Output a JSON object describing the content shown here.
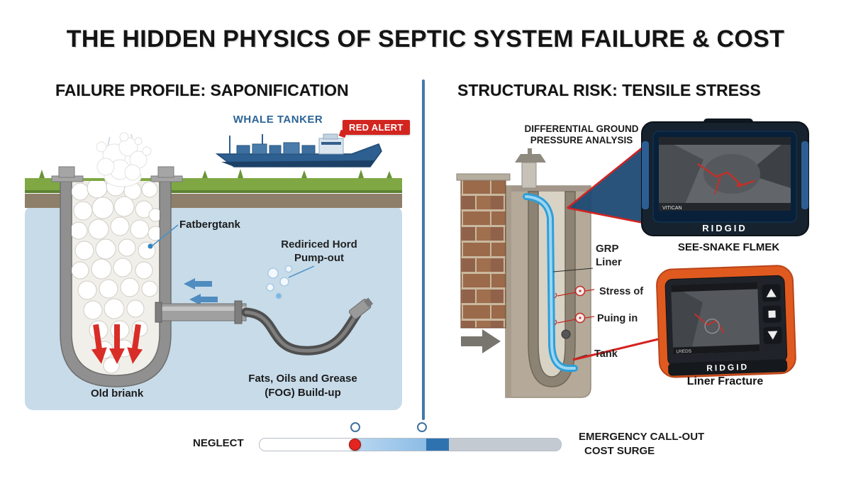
{
  "title": "THE HIDDEN PHYSICS OF SEPTIC SYSTEM FAILURE & COST",
  "left_panel": {
    "heading": "FAILURE PROFILE: SAPONIFICATION",
    "ship_label": "WHALE TANKER",
    "alert_badge": "RED ALERT",
    "labels": {
      "fatberg_tank": "Fatbergtank",
      "pump_out_line1": "Rediriced Hord",
      "pump_out_line2": "Pump-out",
      "fog_line1": "Fats, Oils and Grease",
      "fog_line2": "(FOG) Build-up",
      "old_tank": "Old briank"
    }
  },
  "right_panel": {
    "heading": "STRUCTURAL RISK: TENSILE STRESS",
    "pressure_line1": "DIFFERENTIAL GROUND",
    "pressure_line2": "PRESSURE ANALYSIS",
    "labels": {
      "grp_line1": "GRP",
      "grp_line2": "Liner",
      "stress": "Stress of",
      "pulling": "Puing in",
      "tank": "Tank"
    },
    "top_device": {
      "brand": "RIDGID",
      "screen_text": "VITICAN",
      "caption": "SEE-SNAKE FLMEK"
    },
    "bottom_device": {
      "brand": "RIDGID",
      "screen_text": "LREDS",
      "caption": "Liner Fracture"
    }
  },
  "slider": {
    "left_label": "NEGLECT",
    "right_label_line1": "EMERGENCY CALL-OUT",
    "right_label_line2": "COST SURGE"
  },
  "colors": {
    "accent_blue": "#2e6da4",
    "alert_red": "#d3251f",
    "panel_blue": "#c7dbe9",
    "device_orange": "#e05a20",
    "brick_brown": "#9a6a4a"
  }
}
